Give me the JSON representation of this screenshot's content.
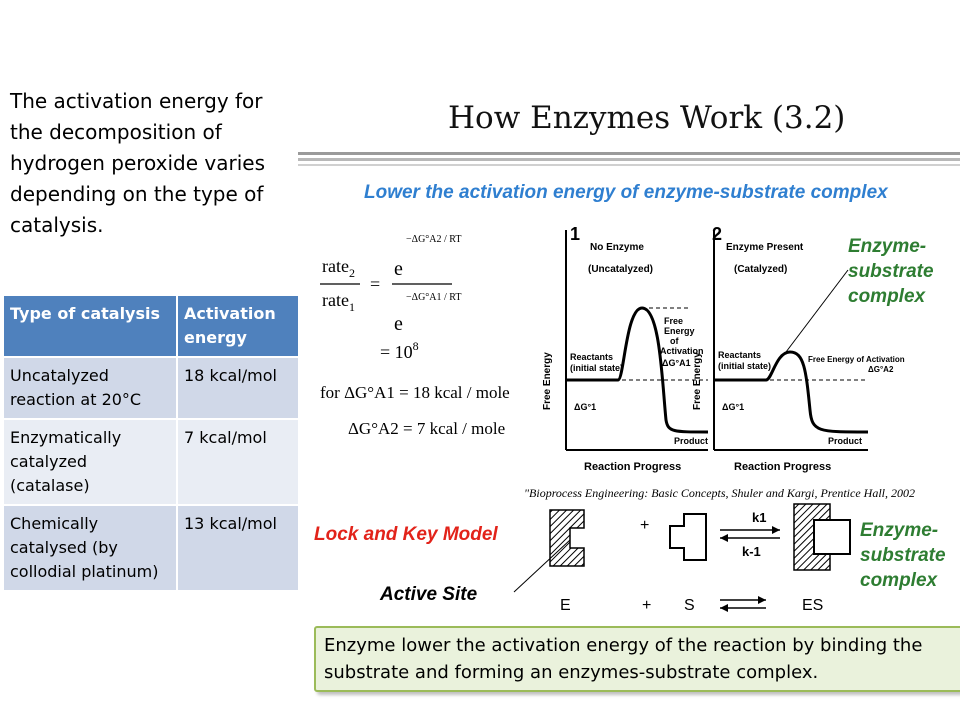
{
  "intro": "The activation energy for the decomposition of hydrogen peroxide varies depending on the type of catalysis.",
  "table": {
    "headers": [
      "Type of catalysis",
      "Activation energy"
    ],
    "rows": [
      [
        "Uncatalyzed reaction at 20°C",
        "18 kcal/mol"
      ],
      [
        "Enzymatically catalyzed (catalase)",
        "7 kcal/mol"
      ],
      [
        "Chemically catalysed (by collodial platinum)",
        "13 kcal/mol"
      ]
    ],
    "colors": {
      "header": "#4f81bd",
      "band1": "#d0d8e8",
      "band2": "#e9edf4"
    }
  },
  "slide": {
    "title": "How Enzymes Work (3.2)",
    "subtitle": "Lower the activation energy of enzyme-substrate complex",
    "formula": {
      "rate2": "rate",
      "rate2_sub": "2",
      "rate1": "rate",
      "rate1_sub": "1",
      "result": "= 10",
      "result_exp": "8",
      "for_line": "for ΔG°A1 = 18 kcal / mole",
      "line2": "ΔG°A2 = 7 kcal / mole",
      "exp_num": "−ΔG°A2 / RT",
      "exp_den": "−ΔG°A1 / RT",
      "e": "e"
    },
    "graph1": {
      "number": "1",
      "title": "No Enzyme",
      "subtitle": "(Uncatalyzed)",
      "reactants": "Reactants",
      "reactants_state": "(initial state)",
      "free_energy_activation": [
        "Free",
        "Energy",
        "of",
        "Activation"
      ],
      "dg_a": "ΔG°A1",
      "dg_1": "ΔG°1",
      "product": "Product",
      "xlabel": "Reaction  Progress",
      "ylabel": "Free  Energy"
    },
    "graph2": {
      "number": "2",
      "title": "Enzyme  Present",
      "subtitle": "(Catalyzed)",
      "reactants": "Reactants",
      "reactants_state": "(initial state)",
      "free_energy_activation": "Free Energy of Activation",
      "dg_a": "ΔG°A2",
      "dg_1": "ΔG°1",
      "product": "Product",
      "xlabel": "Reaction  Progress",
      "ylabel": "Free  Energy"
    },
    "esc_top": [
      "Enzyme-",
      "substrate",
      "complex"
    ],
    "citation": "\"Bioprocess Engineering: Basic Concepts, Shuler and Kargi, Prentice Hall, 2002",
    "lock_key": "Lock and Key Model",
    "active_site": "Active Site",
    "esc_bottom": [
      "Enzyme-",
      "substrate",
      "complex"
    ],
    "k1": "k1",
    "k_1": "k-1",
    "plus": "+",
    "E": "E",
    "S": "S",
    "ES": "ES",
    "accent_blue": "#2f7fd0",
    "accent_green": "#2e7d32",
    "accent_red": "#e2231a"
  },
  "callout": "Enzyme lower the activation energy of the reaction by binding the substrate and forming an enzymes-substrate complex."
}
